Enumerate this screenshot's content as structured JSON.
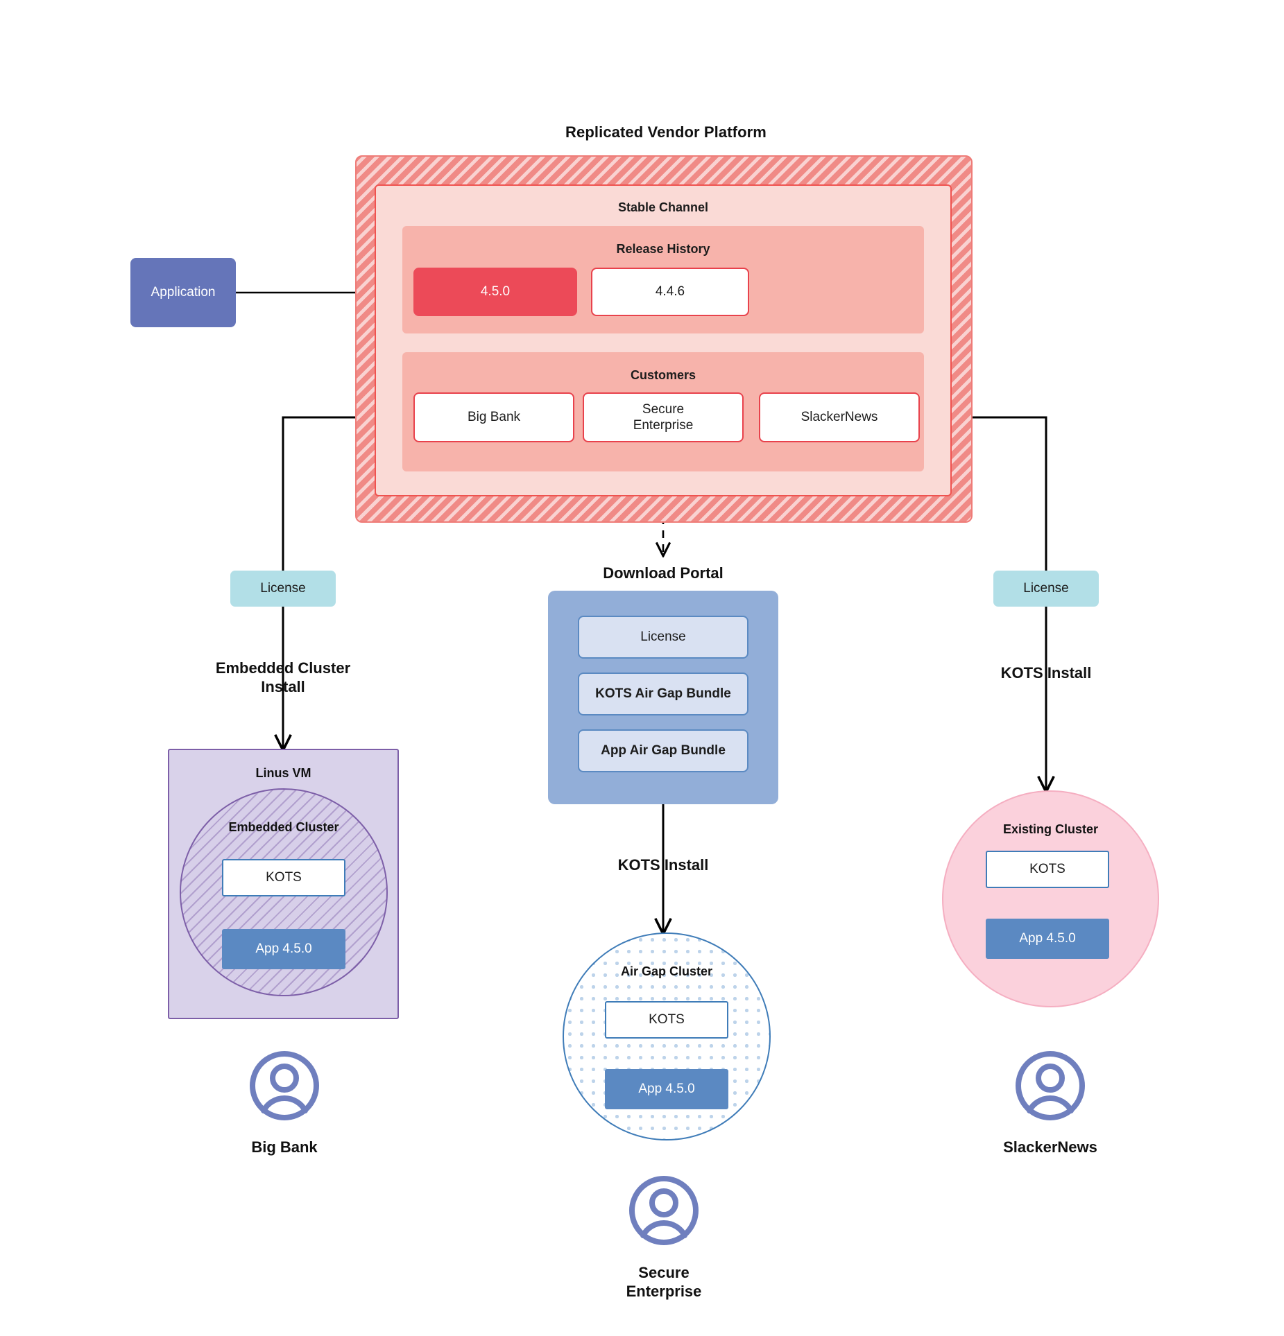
{
  "diagram": {
    "title": "Replicated Vendor Platform",
    "application_node": {
      "label": "Application"
    },
    "platform": {
      "channel": {
        "title": "Stable Channel",
        "release_history": {
          "title": "Release History",
          "releases": [
            {
              "version": "4.5.0",
              "state": "current"
            },
            {
              "version": "4.4.6",
              "state": "previous"
            }
          ]
        },
        "customers": {
          "title": "Customers",
          "items": [
            {
              "name": "Big Bank"
            },
            {
              "name": "Secure\nEnterprise"
            },
            {
              "name": "SlackerNews"
            }
          ]
        }
      }
    },
    "left_branch": {
      "license_label": "License",
      "install_label": "Embedded Cluster\nInstall",
      "vm": {
        "title": "Linus VM",
        "cluster_title": "Embedded Cluster",
        "kots_label": "KOTS",
        "app_label": "App 4.5.0"
      },
      "persona": "Big Bank"
    },
    "center_branch": {
      "portal_title": "Download  Portal",
      "portal_items": [
        {
          "label": "License"
        },
        {
          "label": "KOTS Air Gap Bundle"
        },
        {
          "label": "App Air Gap Bundle"
        }
      ],
      "install_label": "KOTS Install",
      "cluster": {
        "title": "Air Gap Cluster",
        "kots_label": "KOTS",
        "app_label": "App 4.5.0"
      },
      "persona": "Secure\nEnterprise"
    },
    "right_branch": {
      "license_label": "License",
      "install_label": "KOTS Install",
      "cluster": {
        "title": "Existing Cluster",
        "kots_label": "KOTS",
        "app_label": "App 4.5.0"
      },
      "persona": "SlackerNews"
    },
    "icons": {
      "avatar": "user-avatar-icon"
    },
    "colors": {
      "platform_hatch": "#f08a86",
      "channel_bg": "#fadad6",
      "section_bg": "#f7b3ab",
      "release_current": "#ec4a58",
      "release_border": "#e8424c",
      "application": "#6575b9",
      "license": "#b2dfe7",
      "portal": "#92aed8",
      "portal_item": "#d9e1f2",
      "vm": "#d9d2ea",
      "vm_border": "#7d5fa8",
      "airgap_border": "#3f7cb8",
      "existing_cluster": "#fbd1dc",
      "app_version": "#5b89c2",
      "avatar": "#6f7fbe",
      "connector": "#000000"
    }
  }
}
